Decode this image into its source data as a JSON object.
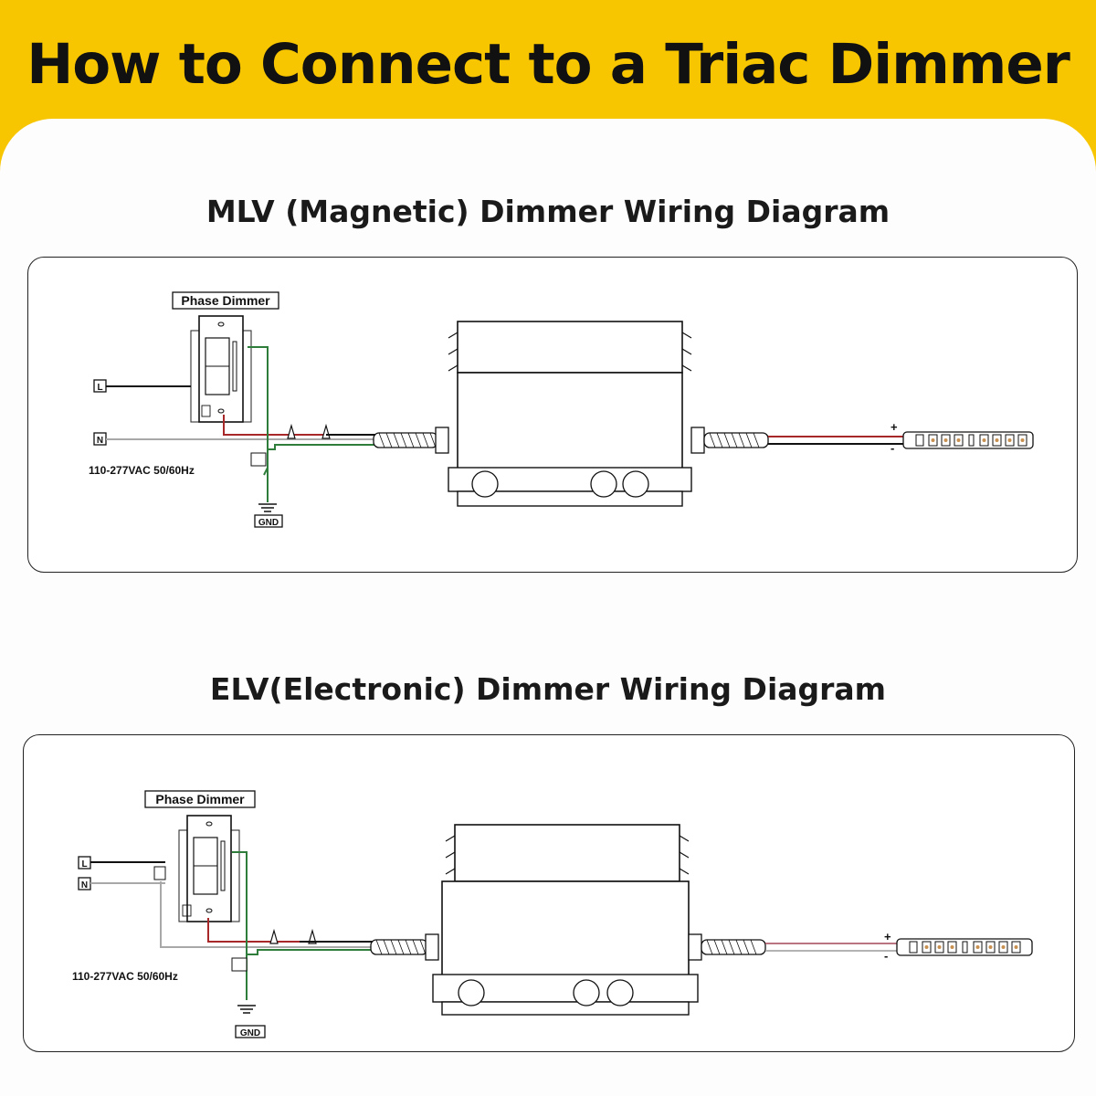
{
  "page": {
    "title": "How to Connect to a Triac Dimmer"
  },
  "diagrams": [
    {
      "title": "MLV (Magnetic) Dimmer Wiring Diagram",
      "dimmer_label": "Phase Dimmer",
      "line_label": "L",
      "neutral_label": "N",
      "voltage_label": "110-277VAC 50/60Hz",
      "ground_label": "GND",
      "plus_label": "+",
      "minus_label": "-"
    },
    {
      "title": "ELV(Electronic) Dimmer Wiring Diagram",
      "dimmer_label": "Phase Dimmer",
      "line_label": "L",
      "neutral_label": "N",
      "voltage_label": "110-277VAC 50/60Hz",
      "ground_label": "GND",
      "plus_label": "+",
      "minus_label": "-"
    }
  ],
  "colors": {
    "banner": "#f7c600",
    "wire_green": "#2e7d3a",
    "wire_red": "#a8282a",
    "wire_gray": "#a8a8a8",
    "wire_black": "#111111"
  }
}
